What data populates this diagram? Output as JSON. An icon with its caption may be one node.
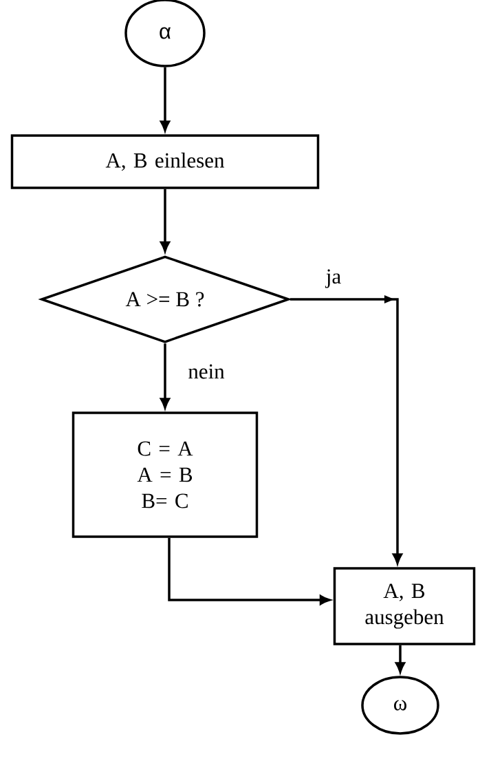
{
  "diagram": {
    "nodes": [
      {
        "text": [
          "α"
        ]
      },
      {
        "text": [
          "A, B einlesen"
        ]
      },
      {
        "text": [
          "A >= B ?"
        ]
      },
      {
        "text": [
          "C = A",
          "A = B",
          "B= C"
        ]
      },
      {
        "text": [
          "A, B ausgeben"
        ]
      },
      {
        "text": [
          "ω"
        ]
      }
    ],
    "edges": [
      {
        "from": 0,
        "to": 1,
        "arrow": "to"
      },
      {
        "from": 1,
        "to": 2,
        "arrow": "to"
      },
      {
        "from": 2,
        "to": 4,
        "arrow": "to",
        "label": "ja"
      },
      {
        "from": 2,
        "to": 3,
        "arrow": "to",
        "label": "nein"
      },
      {
        "from": 3,
        "to": 4,
        "arrow": "to"
      },
      {
        "from": 4,
        "to": 5,
        "arrow": "to"
      }
    ]
  }
}
